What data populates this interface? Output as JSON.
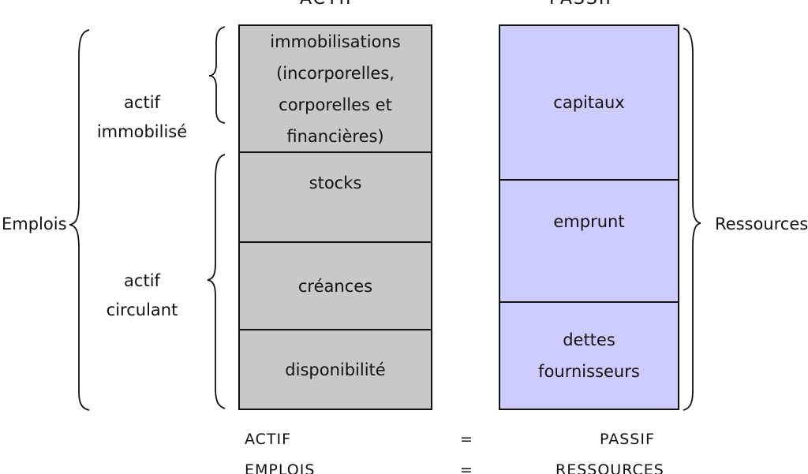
{
  "headers": {
    "actif": "ACTIF",
    "passif": "PASSIF"
  },
  "actif_column": {
    "fill_color": "#c8c8c8",
    "cells": [
      {
        "lines": [
          "immobilisations",
          "(incorporelles,",
          "corporelles et",
          "financières)"
        ]
      },
      {
        "lines": [
          "stocks"
        ]
      },
      {
        "lines": [
          "créances"
        ]
      },
      {
        "lines": [
          "disponibilité"
        ]
      }
    ]
  },
  "passif_column": {
    "fill_color": "#ccccff",
    "cells": [
      {
        "lines": [
          "capitaux"
        ]
      },
      {
        "lines": [
          "emprunt"
        ]
      },
      {
        "lines": [
          "dettes",
          "fournisseurs"
        ]
      }
    ]
  },
  "group_labels": {
    "actif_immobilise": [
      "actif",
      "immobilisé"
    ],
    "actif_circulant": [
      "actif",
      "circulant"
    ]
  },
  "side_labels": {
    "emplois": "Emplois",
    "ressources": "Ressources"
  },
  "equations": [
    {
      "left": "ACTIF",
      "op": "=",
      "right": "PASSIF"
    },
    {
      "left": "EMPLOIS",
      "op": "=",
      "right": "RESSOURCES"
    }
  ]
}
